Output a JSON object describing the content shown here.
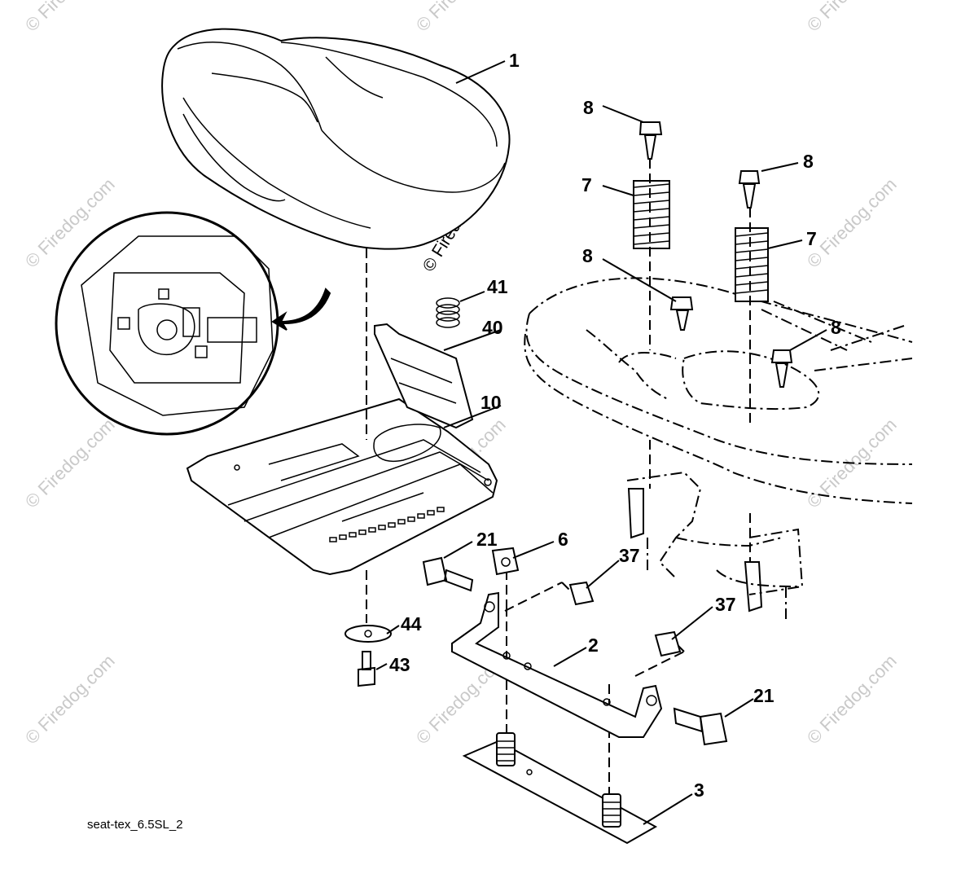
{
  "diagram": {
    "caption": "seat-tex_6.5SL_2",
    "watermark": "© Firedog.com",
    "callouts": [
      "1",
      "8",
      "7",
      "8",
      "7",
      "8",
      "8",
      "41",
      "40",
      "10",
      "21",
      "6",
      "37",
      "37",
      "44",
      "43",
      "2",
      "21",
      "3"
    ]
  }
}
